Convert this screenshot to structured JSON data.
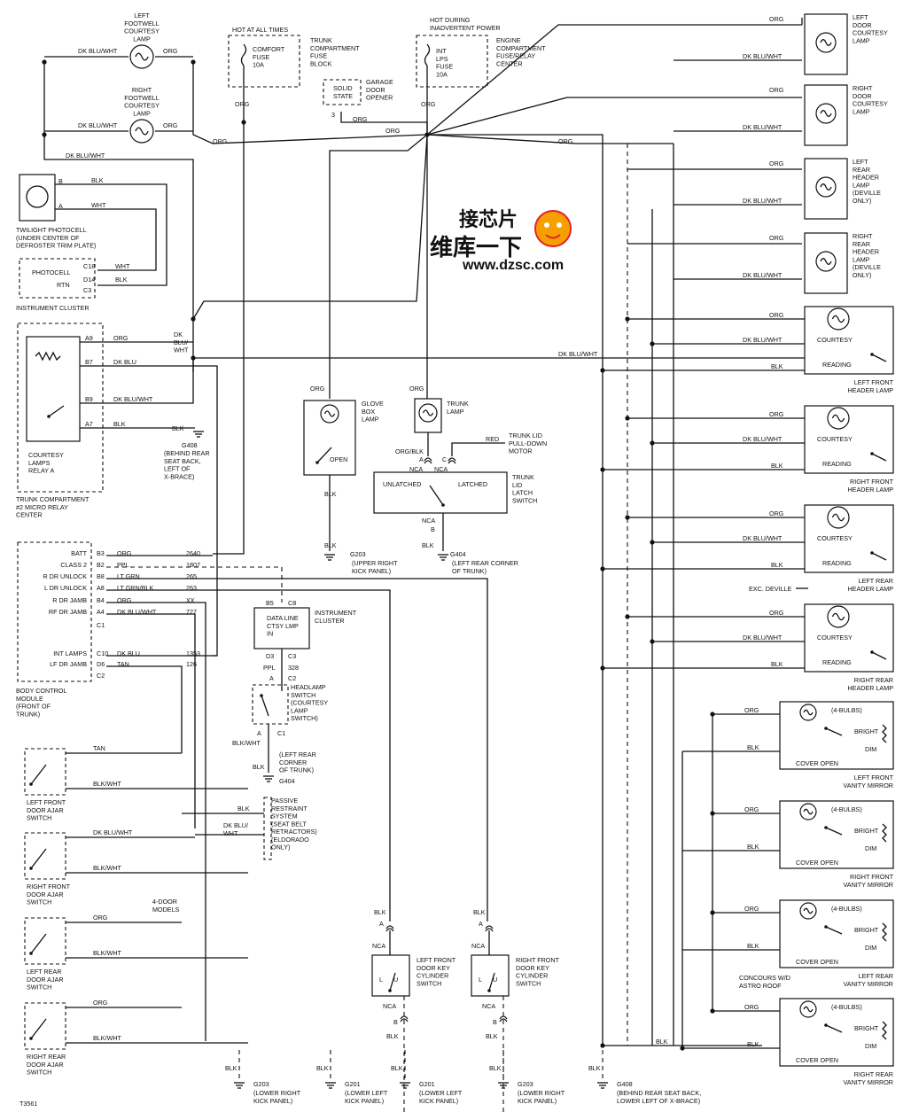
{
  "title_code": "T3561",
  "watermark": {
    "logo_text": "接芯片",
    "chinese": "维库一下",
    "url": "www.dzsc.com",
    "colors": [
      "#e8212a",
      "#f5a000",
      "#1a5fb4"
    ]
  },
  "colors": {
    "wire": "#111111",
    "background": "#ffffff",
    "watermark_red": "#e8212a",
    "watermark_orange": "#f5a000",
    "watermark_blue": "#1a5fb4"
  },
  "top_lamps": [
    {
      "label": "LEFT\nFOOTWELL\nCOURTESY\nLAMP",
      "left_wire": "DK BLU/WHT",
      "right_wire": "ORG"
    },
    {
      "label": "RIGHT\nFOOTWELL\nCOURTESY\nLAMP",
      "left_wire": "DK BLU/WHT",
      "right_wire": "ORG"
    }
  ],
  "fuses": [
    {
      "heading": "HOT AT ALL TIMES",
      "name": "COMFORT\nFUSE\n10A",
      "block": "TRUNK\nCOMPARTMENT\nFUSE\nBLOCK",
      "wire": "ORG"
    },
    {
      "heading": "HOT DURING\nINADVERTENT POWER",
      "name": "INT\nLPS\nFUSE\n10A",
      "block": "ENGINE\nCOMPARTMENT\nFUSE/RELAY\nCENTER",
      "wire": "ORG"
    }
  ],
  "garage": {
    "box": "SOLID\nSTATE",
    "name": "GARAGE\nDOOR\nOPENER",
    "pin": "3",
    "wire": "ORG"
  },
  "twilight": {
    "pins": [
      "B",
      "A"
    ],
    "wires": [
      "BLK",
      "WHT"
    ],
    "name": "TWILIGHT PHOTOCELL\n(UNDER CENTER OF\nDEFROSTER TRIM PLATE)"
  },
  "cluster": {
    "lines": [
      "PHOTOCELL",
      "RTN"
    ],
    "pins": [
      "C18",
      "D14",
      "C3"
    ],
    "wires": [
      "WHT",
      "BLK"
    ],
    "name": "INSTRUMENT CLUSTER"
  },
  "relay": {
    "pins": [
      "A9",
      "B7",
      "B9",
      "A7"
    ],
    "wires": [
      "ORG",
      "DK BLU",
      "DK BLU/WHT",
      "BLK"
    ],
    "name": "COURTESY\nLAMPS\nRELAY A",
    "center": "TRUNK COMPARTMENT\n#2 MICRO RELAY\nCENTER",
    "junction": "DK\nBLU/\nWHT",
    "ground": "G408",
    "ground_note": "(BEHIND REAR\nSEAT BACK,\nLEFT OF\nX-BRACE)",
    "ground_wire": "BLK"
  },
  "bcm": {
    "rows": [
      {
        "label": "BATT",
        "pin": "B3",
        "wire": "ORG",
        "circuit": "2640"
      },
      {
        "label": "CLASS 2",
        "pin": "B2",
        "wire": "PPL",
        "circuit": "1807"
      },
      {
        "label": "R DR UNLOCK",
        "pin": "B8",
        "wire": "LT GRN",
        "circuit": "265"
      },
      {
        "label": "L DR UNLOCK",
        "pin": "A8",
        "wire": "LT GRN/BLK",
        "circuit": "263"
      },
      {
        "label": "R DR JAMB",
        "pin": "B4",
        "wire": "ORG",
        "circuit": "XX"
      },
      {
        "label": "RF DR JAMB",
        "pin": "A4",
        "wire": "DK BLU/WHT",
        "circuit": "727"
      },
      {
        "label": "",
        "pin": "C1",
        "wire": "",
        "circuit": ""
      },
      {
        "label": "INT LAMPS",
        "pin": "C10",
        "wire": "DK BLU",
        "circuit": "1353"
      },
      {
        "label": "LF DR JAMB",
        "pin": "D6",
        "wire": "TAN",
        "circuit": "126"
      },
      {
        "label": "",
        "pin": "C2",
        "wire": "",
        "circuit": ""
      }
    ],
    "name": "BODY CONTROL\nMODULE\n(FRONT OF\nTRUNK)"
  },
  "ic2": {
    "pins": [
      "B5",
      "C8",
      "D3",
      "C3",
      "A",
      "C2",
      "A",
      "C1"
    ],
    "box_text": "DATA LINE\nCTSY LMP\nIN",
    "name": "INSTRUMENT\nCLUSTER",
    "wire": "PPL",
    "circuit": "328",
    "headlamp": "HEADLAMP\nSWITCH\n(COURTESY\nLAMP\nSWITCH)",
    "wire2": "BLK/WHT",
    "ground_wire": "BLK",
    "ground_note": "(LEFT REAR\nCORNER\nOF TRUNK)",
    "ground": "G404"
  },
  "glove": {
    "name": "GLOVE\nBOX\nLAMP",
    "open": "OPEN",
    "wire_top": "ORG",
    "wire_bottom": "BLK",
    "wire_gnd": "BLK",
    "ground": "G203",
    "ground_note": "(UPPER RIGHT\nKICK PANEL)"
  },
  "trunk": {
    "lamp": "TRUNK\nLAMP",
    "lamp_wire": "ORG",
    "wire2": "ORG/BLK",
    "pins": [
      "A",
      "C",
      "B"
    ],
    "nca": [
      "NCA",
      "NCA",
      "NCA"
    ],
    "unlatched": "UNLATCHED",
    "latched": "LATCHED",
    "switch": "TRUNK\nLID\nLATCH\nSWITCH",
    "motor_wire": "RED",
    "motor": "TRUNK LID\nPULL-DOWN\nMOTOR",
    "wire_gnd": "BLK",
    "ground": "G404",
    "ground_note": "(LEFT REAR CORNER\nOF TRUNK)"
  },
  "right_lamps": [
    {
      "label": "LEFT\nDOOR\nCOURTESY\nLAMP",
      "top_wire": "ORG",
      "bottom_wire": "DK BLU/WHT"
    },
    {
      "label": "RIGHT\nDOOR\nCOURTESY\nLAMP",
      "top_wire": "ORG",
      "bottom_wire": "DK BLU/WHT"
    },
    {
      "label": "LEFT\nREAR\nHEADER\nLAMP\n(DEVILLE\nONLY)",
      "top_wire": "ORG",
      "bottom_wire": "DK BLU/WHT"
    },
    {
      "label": "RIGHT\nREAR\nHEADER\nLAMP\n(DEVILLE\nONLY)",
      "top_wire": "ORG",
      "bottom_wire": "DK BLU/WHT"
    }
  ],
  "header_lamps": [
    {
      "name": "LEFT FRONT\nHEADER LAMP",
      "courtesy": "COURTESY",
      "reading": "READING",
      "wires": [
        "ORG",
        "DK BLU/WHT",
        "BLK"
      ]
    },
    {
      "name": "RIGHT FRONT\nHEADER LAMP",
      "courtesy": "COURTESY",
      "reading": "READING",
      "wires": [
        "ORG",
        "DK BLU/WHT",
        "BLK"
      ]
    },
    {
      "name": "LEFT REAR\nHEADER LAMP",
      "courtesy": "COURTESY",
      "reading": "READING",
      "wires": [
        "ORG",
        "DK BLU/WHT",
        "BLK"
      ]
    },
    {
      "name": "RIGHT REAR\nHEADER LAMP",
      "courtesy": "COURTESY",
      "reading": "READING",
      "wires": [
        "ORG",
        "DK BLU/WHT",
        "BLK"
      ]
    }
  ],
  "main_dkbluwht": "DK BLU/WHT",
  "exc_deville": "EXC. DEVILLE",
  "mirrors": [
    {
      "name": "LEFT FRONT\nVANITY MIRROR",
      "bulbs": "(4-BULBS)",
      "bright": "BRIGHT",
      "dim": "DIM",
      "cover": "COVER OPEN",
      "wires": [
        "ORG",
        "BLK"
      ]
    },
    {
      "name": "RIGHT FRONT\nVANITY MIRROR",
      "bulbs": "(4-BULBS)",
      "bright": "BRIGHT",
      "dim": "DIM",
      "cover": "COVER OPEN",
      "wires": [
        "ORG",
        "BLK"
      ]
    },
    {
      "name": "LEFT REAR\nVANITY MIRROR",
      "bulbs": "(4-BULBS)",
      "bright": "BRIGHT",
      "dim": "DIM",
      "cover": "COVER OPEN",
      "wires": [
        "ORG",
        "BLK"
      ]
    },
    {
      "name": "RIGHT REAR\nVANITY MIRROR",
      "bulbs": "(4-BULBS)",
      "bright": "BRIGHT",
      "dim": "DIM",
      "cover": "COVER OPEN",
      "wires": [
        "ORG",
        "BLK"
      ]
    }
  ],
  "concours": "CONCOURS W/D\nASTRO ROOF",
  "door_switches": [
    {
      "name": "LEFT FRONT\nDOOR AJAR\nSWITCH",
      "wires": [
        "TAN",
        "BLK/WHT"
      ]
    },
    {
      "name": "RIGHT FRONT\nDOOR AJAR\nSWITCH",
      "wires": [
        "DK BLU/WHT",
        "BLK/WHT"
      ]
    },
    {
      "name": "LEFT REAR\nDOOR AJAR\nSWITCH",
      "wires": [
        "ORG",
        "BLK/WHT"
      ]
    },
    {
      "name": "RIGHT REAR\nDOOR AJAR\nSWITCH",
      "wires": [
        "ORG",
        "BLK/WHT"
      ]
    }
  ],
  "four_door": "4-DOOR\nMODELS",
  "passive": {
    "name": "PASSIVE\nRESTRAINT\nSYSTEM\n(SEAT BELT\nRETRACTORS)\n(ELDORADO\nONLY)",
    "wire1": "BLK",
    "wire2": "DK BLU/\nWHT"
  },
  "key_switches": [
    {
      "name": "LEFT FRONT\nDOOR KEY\nCYLINDER\nSWITCH",
      "wire": "BLK",
      "pins": [
        "A",
        "B"
      ],
      "nca": [
        "NCA",
        "NCA"
      ],
      "letters": [
        "L",
        "U"
      ],
      "wire_out": "BLK"
    },
    {
      "name": "RIGHT FRONT\nDOOR KEY\nCYLINDER\nSWITCH",
      "wire": "BLK",
      "pins": [
        "A",
        "B"
      ],
      "nca": [
        "NCA",
        "NCA"
      ],
      "letters": [
        "L",
        "U"
      ],
      "wire_out": "BLK"
    }
  ],
  "bottom_blk": "BLK",
  "grounds": [
    {
      "id": "G203",
      "note": "(LOWER RIGHT\nKICK PANEL)"
    },
    {
      "id": "G201",
      "note": "(LOWER LEFT\nKICK PANEL)"
    },
    {
      "id": "G201",
      "note": "(LOWER LEFT\nKICK PANEL)"
    },
    {
      "id": "G203",
      "note": "(LOWER RIGHT\nKICK PANEL)"
    },
    {
      "id": "G408",
      "note": "(BEHIND REAR SEAT BACK,\nLOWER LEFT OF X-BRACE)"
    }
  ]
}
